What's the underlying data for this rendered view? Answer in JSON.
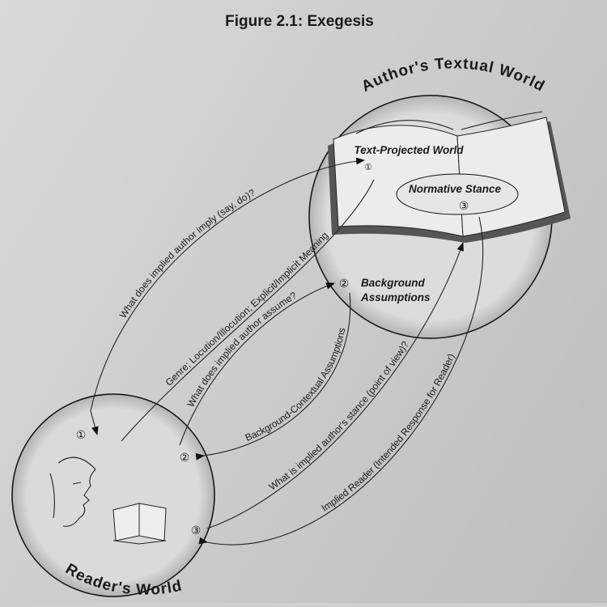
{
  "title": "Figure 2.1: Exegesis",
  "author_world": {
    "title": "Author's Textual World",
    "text_projected_world": "Text-Projected World",
    "normative_stance": "Normative Stance",
    "background_line1": "Background",
    "background_line2": "Assumptions",
    "markers": [
      "①",
      "②",
      "③"
    ]
  },
  "reader_world": {
    "title": "Reader's World",
    "markers": [
      "①",
      "②",
      "③"
    ]
  },
  "arcs": [
    "What does implied author imply (say, do)?",
    "Genre; Locution/Illocution; Explicit/Implicit Meaning",
    "What does implied author assume?",
    "Background-Contextual Assumptions",
    "What is implied author's stance (point of view)?",
    "Implied Reader (Intended Response for Reader)"
  ]
}
